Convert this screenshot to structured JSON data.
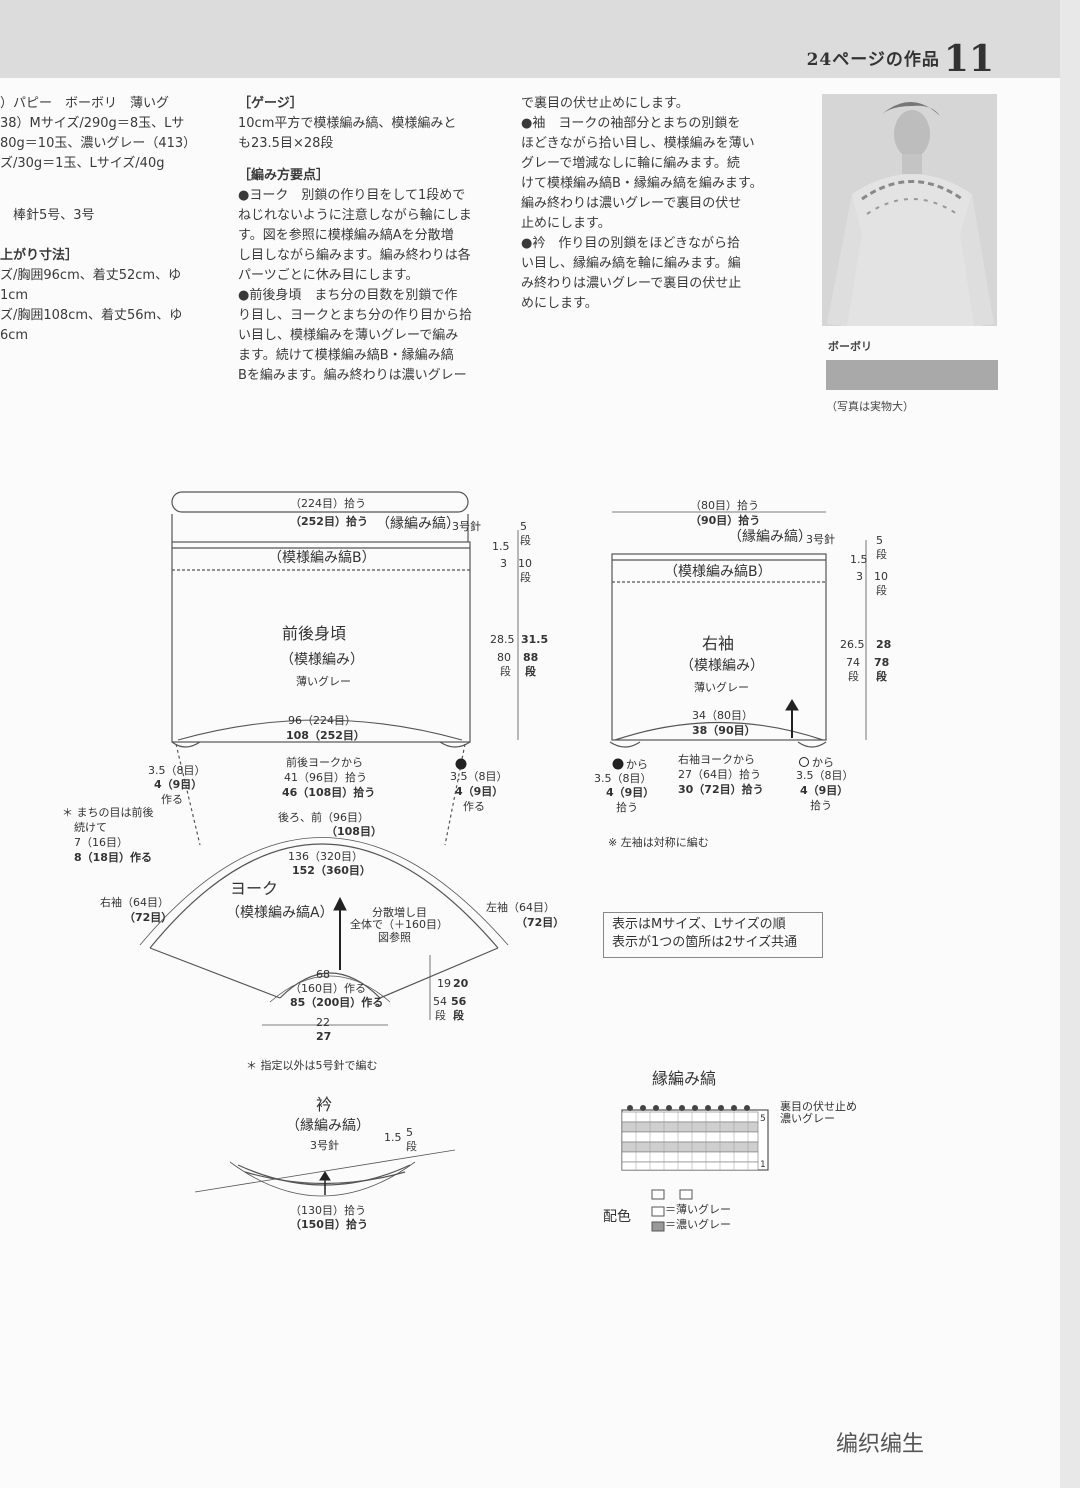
{
  "header": {
    "ref": "24ページの作品",
    "num": "11"
  },
  "col1": [
    "）パピー　ボーボリ　薄いグ",
    "38）Mサイズ/290g＝8玉、Lサ",
    "80g＝10玉、濃いグレー（413）",
    "ズ/30g＝1玉、Lサイズ/40g",
    "",
    "　棒針5号、3号",
    "",
    "上がり寸法］",
    "ズ/胸囲96cm、着丈52cm、ゆ",
    "1cm",
    "ズ/胸囲108cm、着丈56m、ゆ",
    "6cm"
  ],
  "col2": {
    "gauge_head": "［ゲージ］",
    "gauge": [
      "10cm平方で模様編み縞、模様編みと",
      "も23.5目×28段"
    ],
    "points_head": "［編み方要点］",
    "points": [
      "●ヨーク　別鎖の作り目をして1段めで",
      "ねじれないように注意しながら輪にしま",
      "す。図を参照に模様編み縞Aを分散増",
      "し目しながら編みます。編み終わりは各",
      "パーツごとに休み目にします。",
      "●前後身頃　まち分の目数を別鎖で作",
      "り目し、ヨークとまち分の作り目から拾",
      "い目し、模様編みを薄いグレーで編み",
      "ます。続けて模様編み縞B・縁編み縞",
      "Bを編みます。編み終わりは濃いグレー"
    ]
  },
  "col3": [
    "で裏目の伏せ止めにします。",
    "●袖　ヨークの袖部分とまちの別鎖を",
    "ほどきながら拾い目し、模様編みを薄い",
    "グレーで増減なしに輪に編みます。続",
    "けて模様編み縞B・縁編み縞を編みます。",
    "編み終わりは濃いグレーで裏目の伏せ",
    "止めにします。",
    "●衿　作り目の別鎖をほどきながら拾",
    "い目し、縁編み縞を輪に編みます。編",
    "み終わりは濃いグレーで裏目の伏せ止",
    "めにします。"
  ],
  "photo": {
    "yarn_label": "ボーボリ",
    "caption": "（写真は実物大）"
  },
  "body": {
    "top1": "（224目）拾う",
    "top2": "（252目）拾う",
    "border": "（縁編み縞）",
    "needle": "3号針",
    "patB": "（模様編み縞B）",
    "title": "前後身頃",
    "pattern": "（模様編み）",
    "color": "薄いグレー",
    "r15": "1.5",
    "r5": "5",
    "r3": "3",
    "r10": "10",
    "dan": "段",
    "r285": "28.5",
    "r80": "80",
    "r315": "31.5",
    "r88": "88",
    "w1": "96（224目）",
    "w2": "108（252目）",
    "yoke1": "前後ヨークから",
    "yoke2": "41（96目）拾う",
    "yoke3": "46（108目）拾う",
    "g1": "3.5（8目）",
    "g2": "4（9目）",
    "make": "作る"
  },
  "sleeve": {
    "top1": "（80目）拾う",
    "top2": "（90目）拾う",
    "border": "（縁編み縞）",
    "needle": "3号針",
    "patB": "（模様編み縞B）",
    "title": "右袖",
    "pattern": "（模様編み）",
    "color": "薄いグレー",
    "r15": "1.5",
    "r5": "5",
    "r3": "3",
    "r10": "10",
    "dan": "段",
    "r265": "26.5",
    "r74": "74",
    "r28": "28",
    "r78": "78",
    "w1": "34（80目）",
    "w2": "38（90目）",
    "from": "から",
    "y1": "右袖ヨークから",
    "y2": "27（64目）拾う",
    "y3": "30（72目）拾う",
    "g1": "3.5（8目）",
    "g2": "4（9目）",
    "pick": "拾う",
    "note": "※ 左袖は対称に編む"
  },
  "gusset_note": [
    "＊ まちの目は前後",
    "続けて",
    "7（16目）",
    "8（18目）作る"
  ],
  "yoke": {
    "back1": "後ろ、前（96目）",
    "back2": "（108目）",
    "c1": "136（320目）",
    "c2": "152（360目）",
    "title": "ヨーク",
    "pattern": "（模様編み縞A）",
    "rs1": "右袖（64目）",
    "rs2": "（72目）",
    "ls1": "左袖（64目）",
    "ls2": "（72目）",
    "inc1": "分散増し目",
    "inc2": "全体で（＋160目）",
    "inc3": "図参照",
    "n1": "68",
    "n2": "（160目）作る",
    "n3": "85（200目）作る",
    "h1": "19",
    "h2": "54",
    "h3": "20",
    "h4": "56",
    "dan": "段",
    "bw1": "22",
    "bw2": "27",
    "note": "＊ 指定以外は5号針で編む"
  },
  "collar": {
    "title": "衿",
    "pattern": "（縁編み縞）",
    "needle": "3号針",
    "r15": "1.5",
    "r5": "5",
    "dan": "段",
    "p1": "（130目）拾う",
    "p2": "（150目）拾う"
  },
  "legend": {
    "l1": "表示はMサイズ、Lサイズの順",
    "l2": "表示が1つの箇所は2サイズ共通"
  },
  "chart": {
    "title": "縁編み縞",
    "bind1": "裏目の伏せ止め",
    "bind2": "濃いグレー",
    "rows": [
      "5",
      "1"
    ],
    "cfg": "配色",
    "c1": "＝薄いグレー",
    "c2": "＝濃いグレー"
  },
  "watermark": "编织编生"
}
